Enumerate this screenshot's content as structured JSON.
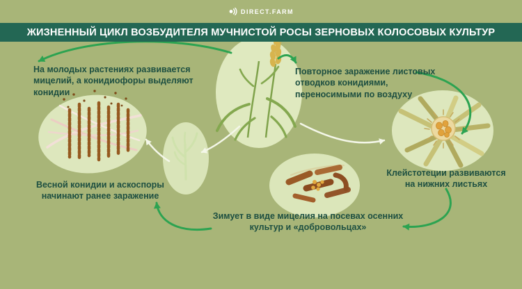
{
  "logo": {
    "text": "DIRECT.FARM"
  },
  "title": "ЖИЗНЕННЫЙ ЦИКЛ ВОЗБУДИТЕЛЯ МУЧНИСТОЙ РОСЫ ЗЕРНОВЫХ КОЛОСОВЫХ КУЛЬТУР",
  "stages": {
    "young_plants": "На молодых растениях развивается мицелий, а конидиофоры выделяют конидии",
    "reinfection": "Повторное заражение листовых отводков конидиями, переносимыми по воздуху",
    "cleistothecia": "Клейстотеции развиваются на нижних листьях",
    "overwinter": "Зимует в виде мицелия на посевах осенних культур и «добровольцах»",
    "spring": "Весной конидии и аскоспоры начинают ранее заражение"
  },
  "illustrations": [
    "conidiophores-and-mycelium",
    "young-seedling",
    "wheat-plant",
    "crop-residue",
    "cleistothecium-on-leaves"
  ],
  "colors": {
    "background": "#a8b578",
    "title_bar": "#236754",
    "label_text": "#1d4f41",
    "arrow": "#2ca351",
    "blob": "#e4eec6"
  }
}
